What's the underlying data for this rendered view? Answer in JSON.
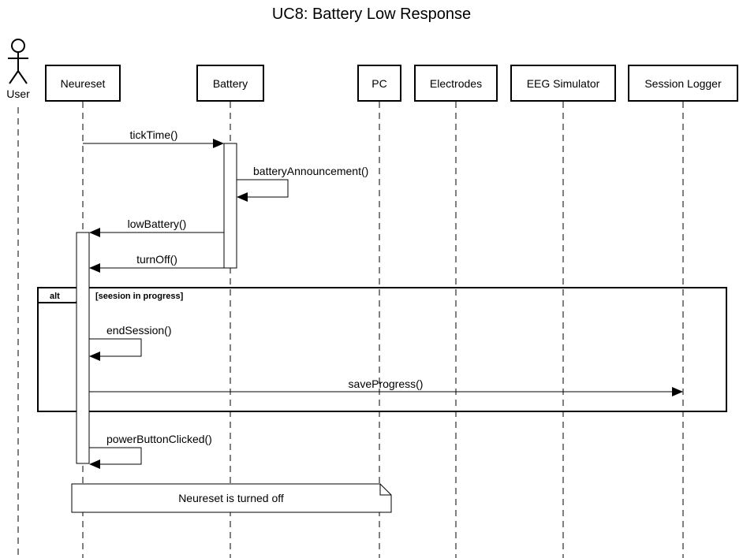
{
  "title": "UC8: Battery Low Response",
  "actor": {
    "label": "User"
  },
  "participants": [
    {
      "id": "neureset",
      "label": "Neureset"
    },
    {
      "id": "battery",
      "label": "Battery"
    },
    {
      "id": "pc",
      "label": "PC"
    },
    {
      "id": "electrodes",
      "label": "Electrodes"
    },
    {
      "id": "eeg",
      "label": "EEG Simulator"
    },
    {
      "id": "logger",
      "label": "Session Logger"
    }
  ],
  "messages": [
    {
      "id": "tick",
      "label": "tickTime()",
      "from": "neureset",
      "to": "battery"
    },
    {
      "id": "announce",
      "label": "batteryAnnouncement()",
      "from": "battery",
      "to": "battery"
    },
    {
      "id": "low",
      "label": "lowBattery()",
      "from": "battery",
      "to": "neureset"
    },
    {
      "id": "off",
      "label": "turnOff()",
      "from": "battery",
      "to": "neureset"
    },
    {
      "id": "end",
      "label": "endSession()",
      "from": "neureset",
      "to": "neureset"
    },
    {
      "id": "save",
      "label": "saveProgress()",
      "from": "neureset",
      "to": "logger"
    },
    {
      "id": "power",
      "label": "powerButtonClicked()",
      "from": "neureset",
      "to": "neureset"
    }
  ],
  "fragment": {
    "operator": "alt",
    "guard": "[seesion in progress]"
  },
  "note": {
    "text": "Neureset is turned off"
  }
}
